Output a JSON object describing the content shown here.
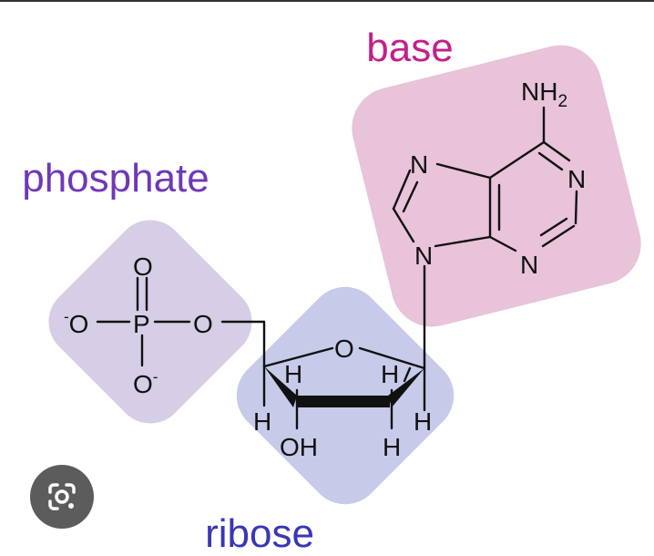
{
  "labels": {
    "base": "base",
    "phosphate": "phosphate",
    "ribose": "ribose"
  },
  "atoms": {
    "nh2_n": "NH",
    "nh2_sub": "2",
    "n7": "N",
    "n1": "N",
    "n9": "N",
    "n3": "N",
    "o_ring": "O",
    "o_dbl": "O",
    "o_left": "O",
    "o_left_charge": "-",
    "p": "P",
    "o_ester": "O",
    "o_bottom": "O",
    "o_bottom_charge": "-",
    "h_c4_up": "H",
    "h_c1_up": "H",
    "h_c4_down": "H",
    "h_c1_down": "H",
    "oh": "OH",
    "h_c2_down": "H"
  },
  "colors": {
    "base_text": "#c41f8c",
    "phosphate_text": "#6f38b8",
    "ribose_text": "#3a36b4",
    "base_box": "#e8c3da",
    "phosphate_box": "#d6cde6",
    "ribose_box": "#c7cbe9",
    "lens_button": "#5c5c5c"
  },
  "lens_button": {
    "icon": "google-lens-icon"
  }
}
